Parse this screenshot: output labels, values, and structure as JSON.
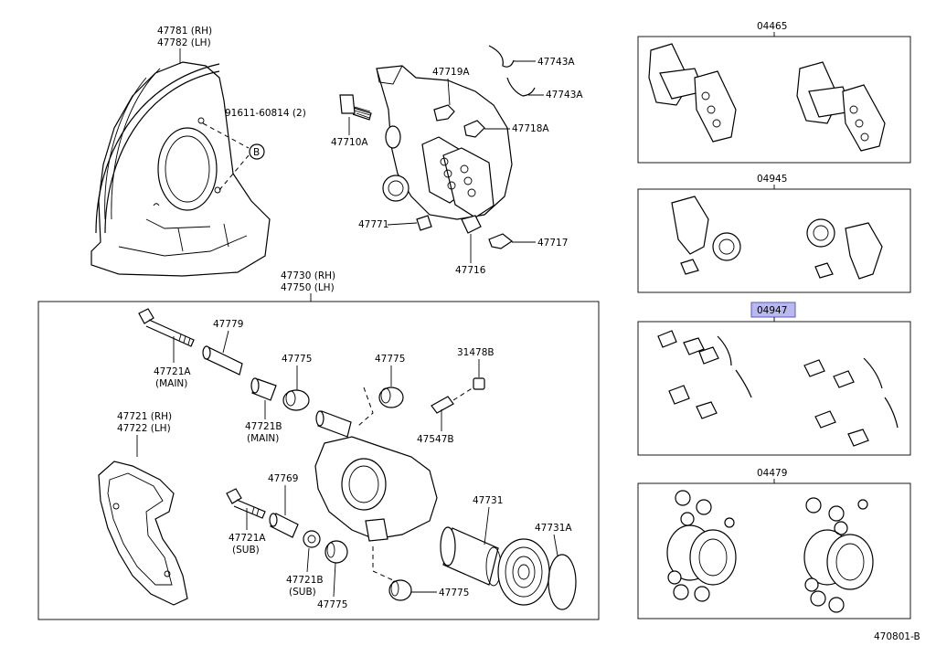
{
  "diagram_id": "470801-B",
  "highlighted_part": "04947",
  "callout_B": "B",
  "labels": {
    "p47781": "47781 (RH)",
    "p47782": "47782 (LH)",
    "p91611": "91611-60814 (2)",
    "p47710A": "47710A",
    "p47719A": "47719A",
    "p47743A_1": "47743A",
    "p47743A_2": "47743A",
    "p47718A": "47718A",
    "p47771": "47771",
    "p47716": "47716",
    "p47717": "47717",
    "p47730": "47730 (RH)",
    "p47750": "47750 (LH)",
    "p47779": "47779",
    "p47721A_main": "47721A",
    "p47721A_main_sub": "(MAIN)",
    "p47775_a": "47775",
    "p47775_b": "47775",
    "p31478B": "31478B",
    "p47721B_main": "47721B",
    "p47721B_main_sub": "(MAIN)",
    "p47547B": "47547B",
    "p47721": "47721 (RH)",
    "p47722": "47722 (LH)",
    "p47769": "47769",
    "p47731": "47731",
    "p47731A": "47731A",
    "p47721A_sub": "47721A",
    "p47721A_sub_sub": "(SUB)",
    "p47721B_sub": "47721B",
    "p47721B_sub_sub": "(SUB)",
    "p47775_c": "47775",
    "p47775_d": "47775",
    "kit_04465": "04465",
    "kit_04945": "04945",
    "kit_04947": "04947",
    "kit_04479": "04479"
  }
}
